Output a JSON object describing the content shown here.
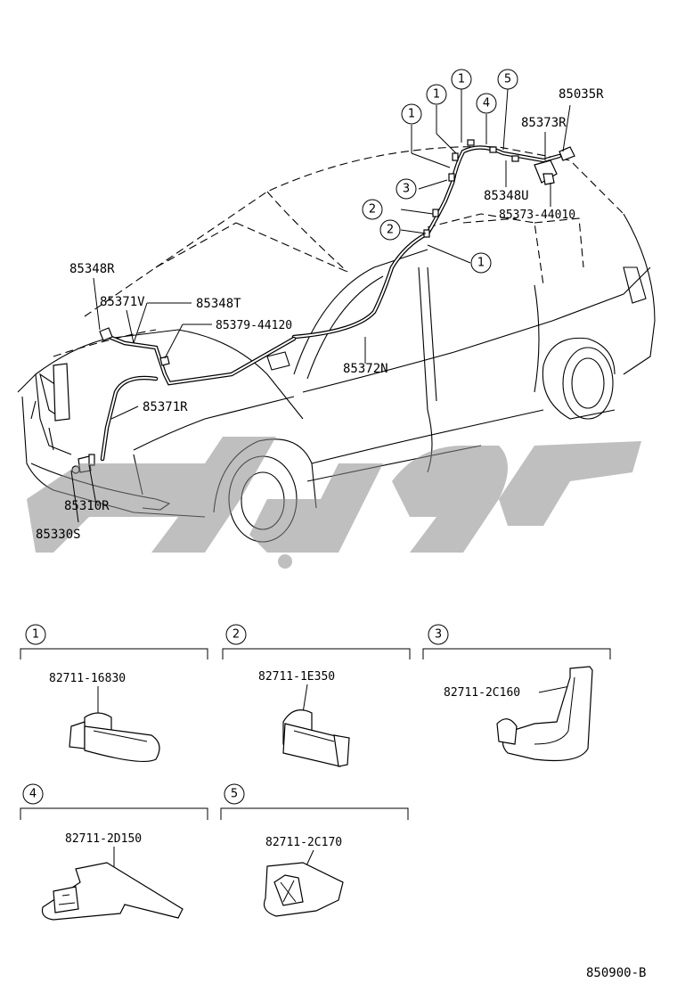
{
  "watermark": {
    "text": "تكنو",
    "color": "#8a8a8a"
  },
  "callouts": {
    "c85035R": "85035R",
    "c85373R": "85373R",
    "c85348U": "85348U",
    "c85373_44010": "85373-44010",
    "c85348R": "85348R",
    "c85371V": "85371V",
    "c85348T": "85348T",
    "c85379_44120": "85379-44120",
    "c85372N": "85372N",
    "c85371R": "85371R",
    "c85310R": "85310R",
    "c85330S": "85330S"
  },
  "refs": [
    "1",
    "2",
    "3",
    "4",
    "5"
  ],
  "clamps": [
    {
      "ref": "1",
      "part": "82711-16830"
    },
    {
      "ref": "2",
      "part": "82711-1E350"
    },
    {
      "ref": "3",
      "part": "82711-2C160"
    },
    {
      "ref": "4",
      "part": "82711-2D150"
    },
    {
      "ref": "5",
      "part": "82711-2C170"
    }
  ],
  "diagram_code": "850900-B"
}
